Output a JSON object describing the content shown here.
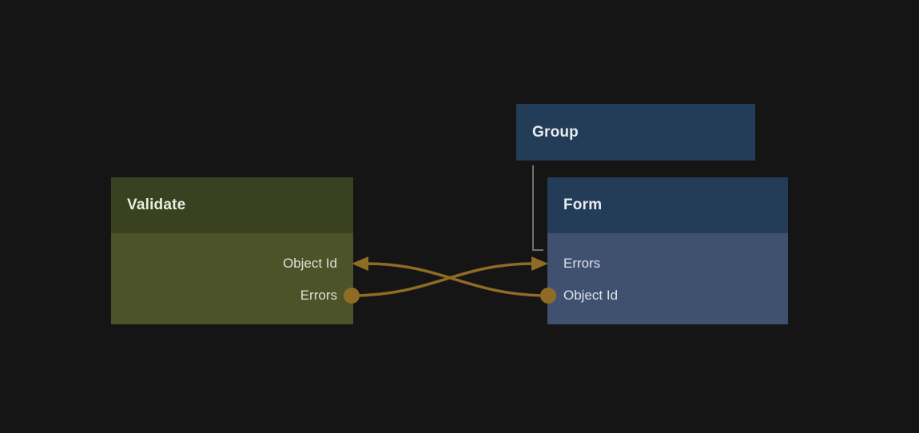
{
  "nodes": {
    "group": {
      "title": "Group"
    },
    "validate": {
      "title": "Validate",
      "fields": [
        "Object Id",
        "Errors"
      ]
    },
    "form": {
      "title": "Form",
      "fields": [
        "Errors",
        "Object Id"
      ]
    }
  },
  "edges": [
    {
      "from": "Validate.Errors",
      "to": "Form.Errors"
    },
    {
      "from": "Form.Object Id",
      "to": "Validate.Object Id"
    }
  ],
  "hierarchy": [
    {
      "parent": "Group",
      "child": "Form"
    }
  ],
  "colors": {
    "background": "#151515",
    "edge_gold": "#8f6c26",
    "group_bg": "#233c58",
    "validate_header_bg": "#394120",
    "validate_body_bg": "#4c5329",
    "form_header_bg": "#233c58",
    "form_body_bg": "#405170",
    "parent_link_gray": "#707070",
    "title_text": "#e9ecf0",
    "field_text": "#dde1e4"
  }
}
